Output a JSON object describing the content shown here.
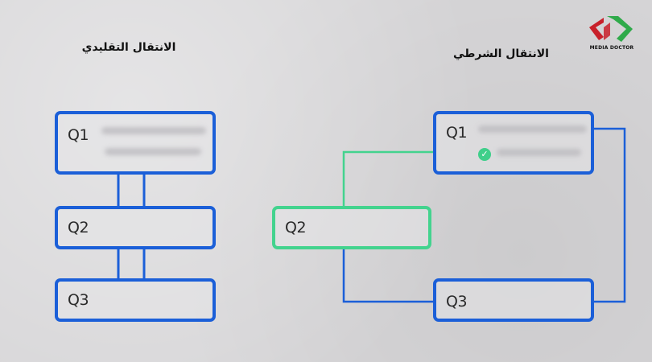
{
  "titles": {
    "traditional": "الانتقال التقليدي",
    "conditional": "الانتقال الشرطي"
  },
  "left_flow": {
    "q1": "Q1",
    "q2": "Q2",
    "q3": "Q3"
  },
  "right_flow": {
    "q1": "Q1",
    "q2": "Q2",
    "q3": "Q3",
    "check_symbol": "✓"
  },
  "logo": {
    "text": "MEDIA DOCTOR",
    "colors": {
      "red": "#c8202a",
      "green": "#2faa4a"
    }
  },
  "colors": {
    "blue": "#1b5fd8",
    "green": "#43d38e",
    "background": "#d7d6d8"
  }
}
